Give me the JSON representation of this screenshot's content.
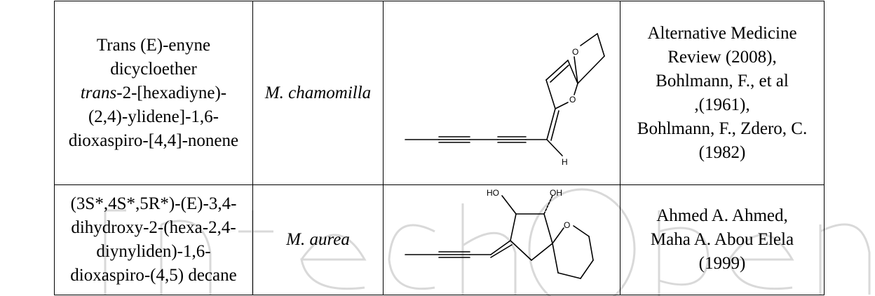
{
  "rows": [
    {
      "name_lines": [
        {
          "pre": "",
          "italic": "",
          "post": "Trans (E)-enyne"
        },
        {
          "pre": "",
          "italic": "",
          "post": "dicycloether"
        },
        {
          "pre": "",
          "italic": "trans",
          "post": "-2-[hexadiyne)-"
        },
        {
          "pre": "",
          "italic": "",
          "post": "(2,4)-ylidene]-1,6-"
        },
        {
          "pre": "",
          "italic": "",
          "post": "dioxaspiro-[4,4]-nonene"
        }
      ],
      "species": "M. chamomilla",
      "atoms": {
        "o_top": "O",
        "o_ring": "O",
        "h": "H"
      },
      "ref_lines": [
        "Alternative Medicine",
        "Review (2008),",
        "Bohlmann, F., et al",
        ",(1961),",
        "Bohlmann, F., Zdero, C.",
        "(1982)"
      ]
    },
    {
      "name_lines": [
        {
          "pre": "",
          "italic": "",
          "post": "(3S*,4S*,5R*)-(E)-3,4-"
        },
        {
          "pre": "",
          "italic": "",
          "post": "dihydroxy-2-(hexa-2,4-"
        },
        {
          "pre": "",
          "italic": "",
          "post": "diynyliden)-1,6-"
        },
        {
          "pre": "",
          "italic": "",
          "post": "dioxaspiro-(4,5) decane"
        }
      ],
      "species": "M. aurea",
      "atoms": {
        "ho": "HO",
        "oh": "OH",
        "o_ring": "O"
      },
      "ref_lines": [
        "Ahmed A. Ahmed,",
        "Maha A. Abou Elela",
        "(1999)"
      ]
    }
  ]
}
